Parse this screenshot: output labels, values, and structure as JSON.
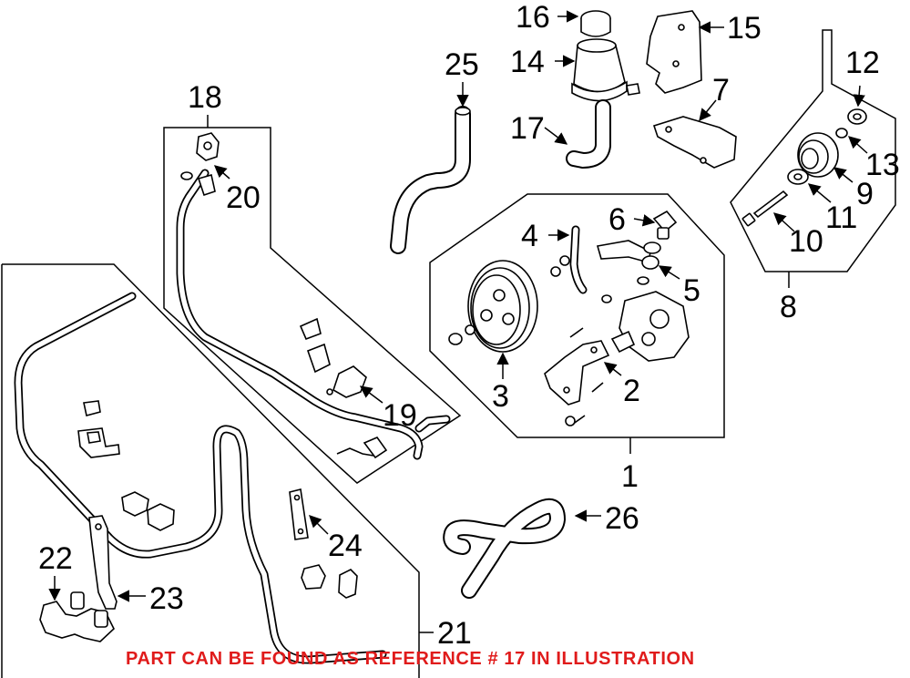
{
  "colors": {
    "note": "#e01b1b",
    "lines": "#000000",
    "background": "#ffffff"
  },
  "callouts": {
    "c1": "1",
    "c2": "2",
    "c3": "3",
    "c4": "4",
    "c5": "5",
    "c6": "6",
    "c7": "7",
    "c8": "8",
    "c9": "9",
    "c10": "10",
    "c11": "11",
    "c12": "12",
    "c13": "13",
    "c14": "14",
    "c15": "15",
    "c16": "16",
    "c17": "17",
    "c18": "18",
    "c19": "19",
    "c20": "20",
    "c21": "21",
    "c22": "22",
    "c23": "23",
    "c24": "24",
    "c25": "25",
    "c26": "26"
  },
  "footer_note": "PART CAN BE FOUND AS REFERENCE # 17 IN ILLUSTRATION"
}
